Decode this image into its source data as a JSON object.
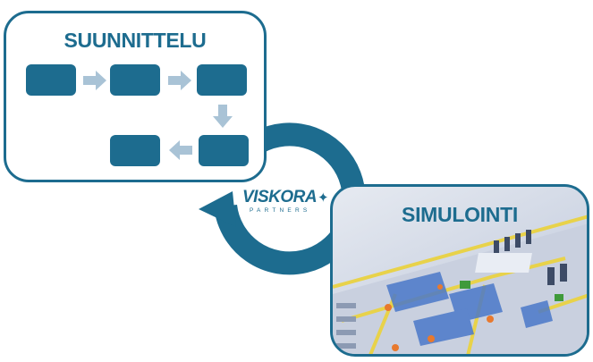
{
  "planning": {
    "title": "SUUNNITTELU",
    "steps": [
      {
        "id": 1
      },
      {
        "id": 2
      },
      {
        "id": 3
      },
      {
        "id": 4
      },
      {
        "id": 5
      }
    ]
  },
  "simulation": {
    "title": "SIMULOINTI"
  },
  "logo": {
    "name": "VISKORA",
    "subtitle": "PARTNERS"
  },
  "colors": {
    "primary": "#1d6c8f",
    "arrow": "#a9c3d6",
    "floor": "#cfd6e4",
    "wall": "#e8d24a",
    "zone": "#4b78c9",
    "marker": "#e8792e",
    "machine": "#3f9a3a"
  }
}
